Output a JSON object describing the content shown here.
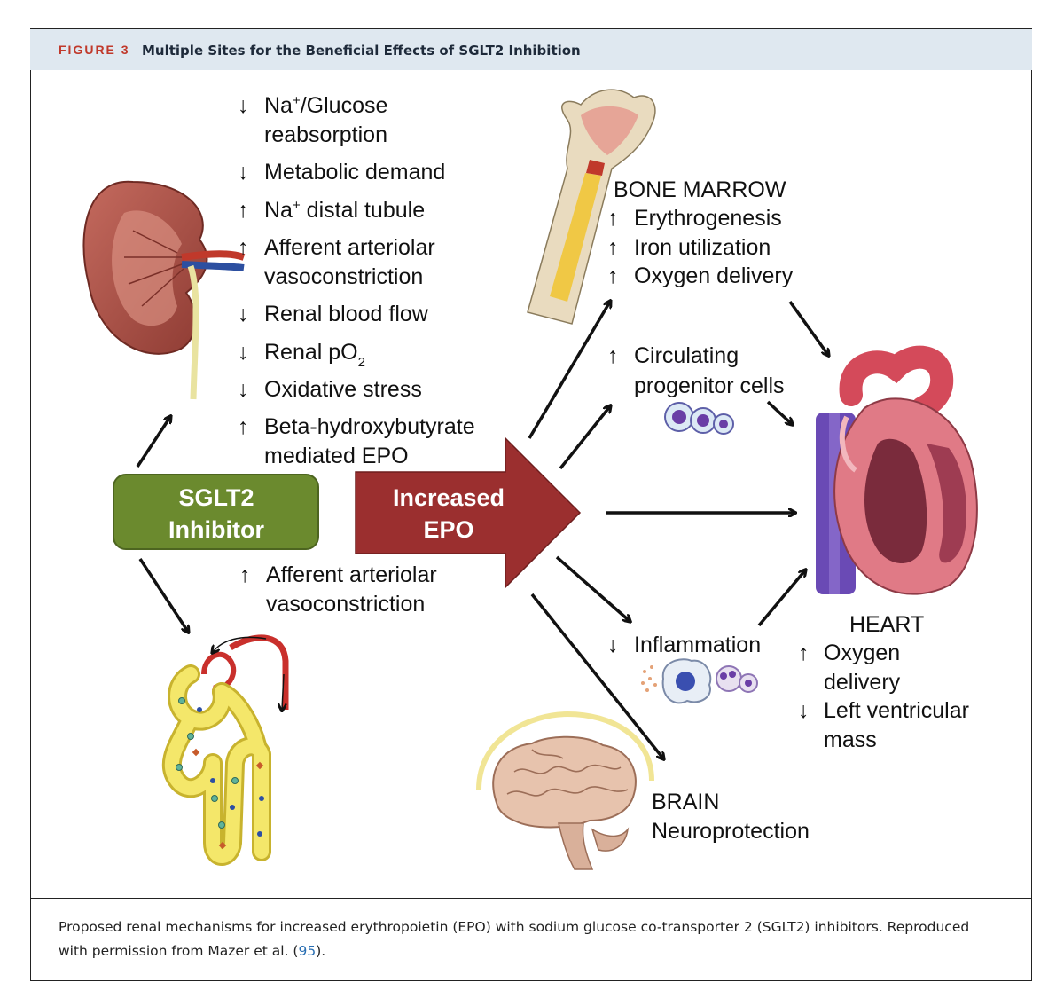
{
  "figure": {
    "number": "FIGURE 3",
    "title": "Multiple Sites for the Beneficial Effects of SGLT2 Inhibition"
  },
  "nodes": {
    "sglt2": {
      "line1": "SGLT2",
      "line2": "Inhibitor",
      "color": "#6b8a2e"
    },
    "epo": {
      "line1": "Increased",
      "line2": "EPO",
      "color": "#9b2f2f"
    }
  },
  "kidney_effects": [
    {
      "arrow": "↓",
      "line1": "Na",
      "sup": "+",
      "line1_rest": "/Glucose",
      "line2": "reabsorption"
    },
    {
      "arrow": "↓",
      "line1": "Metabolic demand"
    },
    {
      "arrow": "↑",
      "line1": "Na",
      "sup": "+",
      "line1_rest": " distal tubule"
    },
    {
      "arrow": "↑",
      "line1": "Afferent arteriolar",
      "line2": "vasoconstriction"
    },
    {
      "arrow": "↓",
      "line1": "Renal blood flow"
    },
    {
      "arrow": "↓",
      "line1": "Renal pO",
      "sub": "2"
    },
    {
      "arrow": "↓",
      "line1": "Oxidative stress"
    },
    {
      "arrow": "↑",
      "line1": "Beta-hydroxybutyrate",
      "line2": "mediated EPO"
    }
  ],
  "nephron_effect": {
    "arrow": "↑",
    "line1": "Afferent arteriolar",
    "line2": "vasoconstriction"
  },
  "bone_marrow": {
    "title": "BONE MARROW",
    "items": [
      {
        "arrow": "↑",
        "text": "Erythrogenesis"
      },
      {
        "arrow": "↑",
        "text": "Iron utilization"
      },
      {
        "arrow": "↑",
        "text": "Oxygen delivery"
      }
    ]
  },
  "progenitor": {
    "arrow": "↑",
    "line1": "Circulating",
    "line2": "progenitor cells"
  },
  "inflammation": {
    "arrow": "↓",
    "text": "Inflammation"
  },
  "heart": {
    "title": "HEART",
    "items": [
      {
        "arrow": "↑",
        "line1": "Oxygen",
        "line2": "delivery"
      },
      {
        "arrow": "↓",
        "line1": "Left ventricular",
        "line2": "mass"
      }
    ]
  },
  "brain": {
    "title": "BRAIN",
    "subtitle": "Neuroprotection"
  },
  "caption": {
    "text_before": "Proposed renal mechanisms for increased erythropoietin (EPO) with sodium glucose co-transporter 2 (SGLT2) inhibitors. Reproduced with permission from Mazer et al. (",
    "ref": "95",
    "text_after": ")."
  }
}
